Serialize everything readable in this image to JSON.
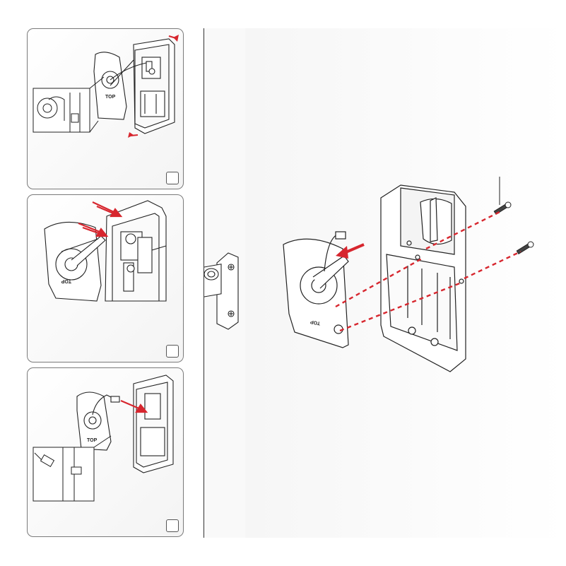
{
  "panels": [
    {
      "step_label": "",
      "top_marking": "TOP"
    },
    {
      "step_label": "",
      "top_marking": "TOP"
    },
    {
      "step_label": "",
      "top_marking": "TOP"
    }
  ],
  "main": {
    "top_marking": "TOP"
  },
  "colors": {
    "accent": "#d7262e",
    "line": "#222222",
    "panel_border": "#7a7a7a"
  }
}
